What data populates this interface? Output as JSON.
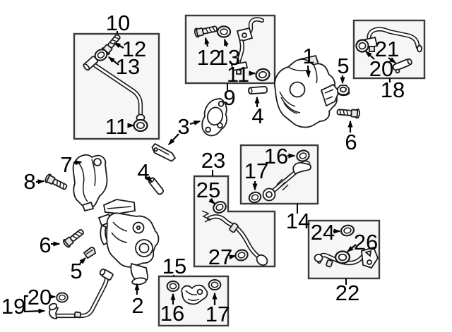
{
  "diagram": {
    "colors": {
      "background": "#ffffff",
      "stroke": "#1a1a1a",
      "box_fill": "#f6f6f6",
      "box_border": "#3b3b3b",
      "label": "#000000",
      "shade": "#e7e7e7"
    }
  },
  "callouts": {
    "group_10": "10",
    "b10_12": "12",
    "b10_13": "13",
    "b10_11": "11",
    "group_9": "9",
    "b9_12": "12",
    "b9_13": "13",
    "b9_11": "11",
    "group_18": "18",
    "b18_20": "20",
    "b18_21": "21",
    "part_1": "1",
    "part_5_right": "5",
    "part_6_right": "6",
    "part_3": "3",
    "part_4_mid": "4",
    "group_14": "14",
    "b14_16": "16",
    "b14_17": "17",
    "group_23": "23",
    "b23_25": "25",
    "b23_27": "27",
    "part_7": "7",
    "part_8": "8",
    "part_4_left": "4",
    "part_6_left": "6",
    "part_5_left": "5",
    "part_2": "2",
    "part_19": "19",
    "part_20": "20",
    "group_15": "15",
    "b15_16": "16",
    "b15_17": "17",
    "group_22": "22",
    "b22_24": "24",
    "b22_26": "26"
  }
}
